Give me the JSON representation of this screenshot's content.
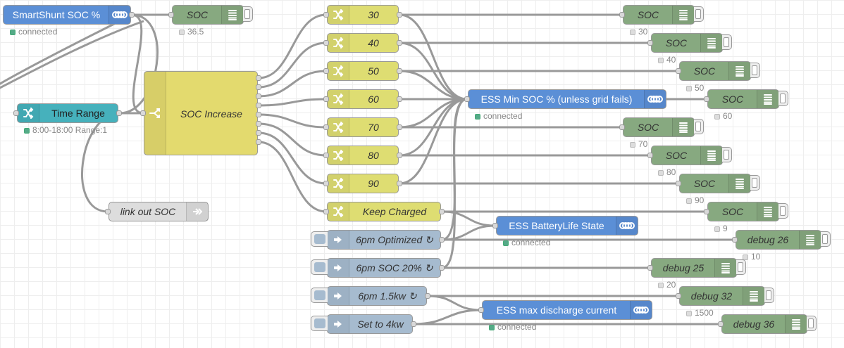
{
  "colors": {
    "victron": "#5b8fd6",
    "function": "#e3da6e",
    "switch": "#dedd72",
    "debug": "#87a980",
    "inject": "#a6bbcf",
    "time_range": "#46b1bc",
    "link": "#dddddd",
    "wire": "#999999"
  },
  "nodes": [
    {
      "id": "smartshunt",
      "type": "victron",
      "label": "SmartShunt SOC %",
      "italic": false,
      "status": "connected",
      "status_kind": "green",
      "icon": "victron-energy-icon"
    },
    {
      "id": "soc_top",
      "type": "debug",
      "label": "SOC",
      "italic": true,
      "status": "36.5",
      "status_kind": "grey",
      "icon": "debug-list-icon"
    },
    {
      "id": "timerange",
      "type": "time_range",
      "label": "Time Range",
      "italic": false,
      "status": "8:00-18:00 Range:1",
      "status_kind": "green",
      "icon": "switch-arrows-icon"
    },
    {
      "id": "socinc",
      "type": "function",
      "label": "SOC Increase",
      "italic": true,
      "icon": "split-icon"
    },
    {
      "id": "linkout",
      "type": "link",
      "label": "link out SOC",
      "italic": true,
      "icon": "link-out-arrow-icon"
    },
    {
      "id": "c30",
      "type": "change",
      "label": "30",
      "italic": true,
      "icon": "shuffle-icon"
    },
    {
      "id": "c40",
      "type": "change",
      "label": "40",
      "italic": true,
      "icon": "shuffle-icon"
    },
    {
      "id": "c50",
      "type": "change",
      "label": "50",
      "italic": true,
      "icon": "shuffle-icon"
    },
    {
      "id": "c60",
      "type": "change",
      "label": "60",
      "italic": true,
      "icon": "shuffle-icon"
    },
    {
      "id": "c70",
      "type": "change",
      "label": "70",
      "italic": true,
      "icon": "shuffle-icon"
    },
    {
      "id": "c80",
      "type": "change",
      "label": "80",
      "italic": true,
      "icon": "shuffle-icon"
    },
    {
      "id": "c90",
      "type": "change",
      "label": "90",
      "italic": true,
      "icon": "shuffle-icon"
    },
    {
      "id": "ckc",
      "type": "change",
      "label": "Keep Charged",
      "italic": true,
      "icon": "shuffle-icon"
    },
    {
      "id": "inj1",
      "type": "inject",
      "label": "6pm Optimized ↻",
      "italic": true,
      "icon": "inject-arrow-icon"
    },
    {
      "id": "inj2",
      "type": "inject",
      "label": "6pm SOC 20% ↻",
      "italic": true,
      "icon": "inject-arrow-icon"
    },
    {
      "id": "inj3",
      "type": "inject",
      "label": "6pm 1.5kw ↻",
      "italic": true,
      "icon": "inject-arrow-icon"
    },
    {
      "id": "inj4",
      "type": "inject",
      "label": "Set to 4kw",
      "italic": true,
      "icon": "inject-arrow-icon"
    },
    {
      "id": "essmin",
      "type": "victron",
      "label": "ESS Min SOC % (unless grid fails)",
      "italic": false,
      "status": "connected",
      "status_kind": "green",
      "icon": "victron-energy-icon"
    },
    {
      "id": "essbl",
      "type": "victron",
      "label": "ESS BatteryLife State",
      "italic": false,
      "status": "connected",
      "status_kind": "green",
      "icon": "victron-energy-icon"
    },
    {
      "id": "essmax",
      "type": "victron",
      "label": "ESS max discharge current",
      "italic": false,
      "status": "connected",
      "status_kind": "green",
      "icon": "victron-energy-icon"
    },
    {
      "id": "d30",
      "type": "debug",
      "label": "SOC",
      "italic": true,
      "status": "30",
      "status_kind": "grey",
      "icon": "debug-list-icon"
    },
    {
      "id": "d40",
      "type": "debug",
      "label": "SOC",
      "italic": true,
      "status": "40",
      "status_kind": "grey",
      "icon": "debug-list-icon"
    },
    {
      "id": "d50",
      "type": "debug",
      "label": "SOC",
      "italic": true,
      "status": "50",
      "status_kind": "grey",
      "icon": "debug-list-icon"
    },
    {
      "id": "d60",
      "type": "debug",
      "label": "SOC",
      "italic": true,
      "status": "60",
      "status_kind": "grey",
      "icon": "debug-list-icon"
    },
    {
      "id": "d70",
      "type": "debug",
      "label": "SOC",
      "italic": true,
      "status": "70",
      "status_kind": "grey",
      "icon": "debug-list-icon"
    },
    {
      "id": "d80",
      "type": "debug",
      "label": "SOC",
      "italic": true,
      "status": "80",
      "status_kind": "grey",
      "icon": "debug-list-icon"
    },
    {
      "id": "d90",
      "type": "debug",
      "label": "SOC",
      "italic": true,
      "status": "90",
      "status_kind": "grey",
      "icon": "debug-list-icon"
    },
    {
      "id": "dkc",
      "type": "debug",
      "label": "SOC",
      "italic": true,
      "status": "9",
      "status_kind": "grey",
      "icon": "debug-list-icon"
    },
    {
      "id": "dbg26",
      "type": "debug",
      "label": "debug 26",
      "italic": true,
      "status": "10",
      "status_kind": "grey",
      "icon": "debug-list-icon"
    },
    {
      "id": "dbg25",
      "type": "debug",
      "label": "debug 25",
      "italic": true,
      "status": "20",
      "status_kind": "grey",
      "icon": "debug-list-icon"
    },
    {
      "id": "dbg32",
      "type": "debug",
      "label": "debug 32",
      "italic": true,
      "status": "1500",
      "status_kind": "grey",
      "icon": "debug-list-icon"
    },
    {
      "id": "dbg36",
      "type": "debug",
      "label": "debug 36",
      "italic": true,
      "status": "",
      "status_kind": "none",
      "icon": "debug-list-icon"
    }
  ],
  "wires": [
    [
      "smartshunt",
      "soc_top"
    ],
    [
      "smartshunt",
      "socinc"
    ],
    [
      "smartshunt",
      "linkout"
    ],
    [
      "timerange",
      "socinc"
    ],
    [
      "socinc",
      "c30"
    ],
    [
      "socinc",
      "c40"
    ],
    [
      "socinc",
      "c50"
    ],
    [
      "socinc",
      "c60"
    ],
    [
      "socinc",
      "c70"
    ],
    [
      "socinc",
      "c80"
    ],
    [
      "socinc",
      "c90"
    ],
    [
      "socinc",
      "ckc"
    ],
    [
      "c30",
      "essmin"
    ],
    [
      "c40",
      "essmin"
    ],
    [
      "c50",
      "essmin"
    ],
    [
      "c60",
      "essmin"
    ],
    [
      "c70",
      "essmin"
    ],
    [
      "c80",
      "essmin"
    ],
    [
      "c90",
      "essmin"
    ],
    [
      "c30",
      "d30"
    ],
    [
      "c40",
      "d40"
    ],
    [
      "c50",
      "d50"
    ],
    [
      "c60",
      "d60"
    ],
    [
      "c70",
      "d70"
    ],
    [
      "c80",
      "d80"
    ],
    [
      "c90",
      "d90"
    ],
    [
      "ckc",
      "essbl"
    ],
    [
      "ckc",
      "dkc"
    ],
    [
      "inj1",
      "essmin"
    ],
    [
      "inj1",
      "essbl"
    ],
    [
      "inj1",
      "dbg26"
    ],
    [
      "inj2",
      "essmin"
    ],
    [
      "inj2",
      "dbg25"
    ],
    [
      "inj3",
      "essmax"
    ],
    [
      "inj3",
      "dbg32"
    ],
    [
      "inj4",
      "essmax"
    ],
    [
      "inj4",
      "dbg36"
    ]
  ]
}
